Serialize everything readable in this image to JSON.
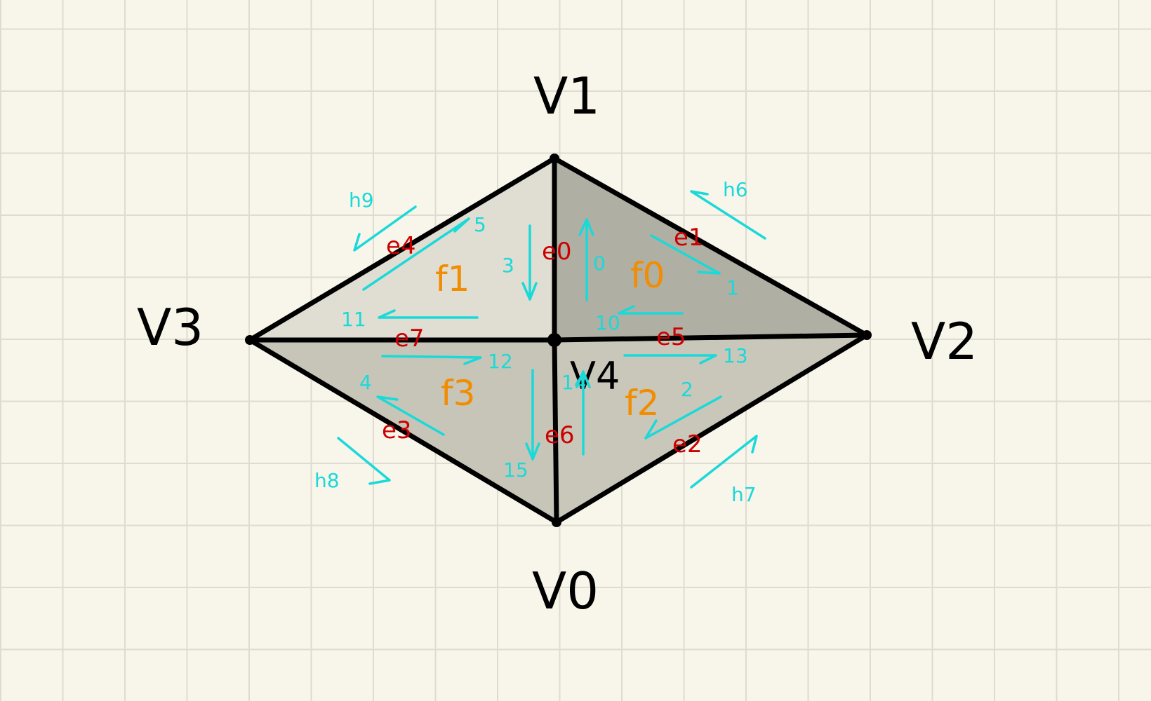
{
  "vertices": {
    "v0": "V0",
    "v1": "V1",
    "v2": "V2",
    "v3": "V3",
    "v4": "V4"
  },
  "edges": {
    "e0": "e0",
    "e1": "e1",
    "e2": "e2",
    "e3": "e3",
    "e4": "e4",
    "e5": "e5",
    "e6": "e6",
    "e7": "e7"
  },
  "faces": {
    "f0": "f0",
    "f1": "f1",
    "f2": "f2",
    "f3": "f3"
  },
  "halfedges": {
    "h0": "0",
    "h1": "1",
    "h2": "2",
    "h3": "3",
    "h4": "4",
    "h5": "5",
    "h6": "h6",
    "h7": "h7",
    "h8": "h8",
    "h9": "h9",
    "h10": "10",
    "h11": "11",
    "h12": "12",
    "h13": "13",
    "h14": "14",
    "h15": "15"
  },
  "colors": {
    "background": "#f8f5ea",
    "grid": "#dedbd0",
    "edge": "#000000",
    "edge_label": "#cc0000",
    "face_label": "#f28c00",
    "halfedge": "#1ad9d9",
    "face_f0": "#b0afa3",
    "face_f1": "#e0ded2",
    "face_f2": "#c9c7ba",
    "face_f3": "#c7c5b8"
  }
}
